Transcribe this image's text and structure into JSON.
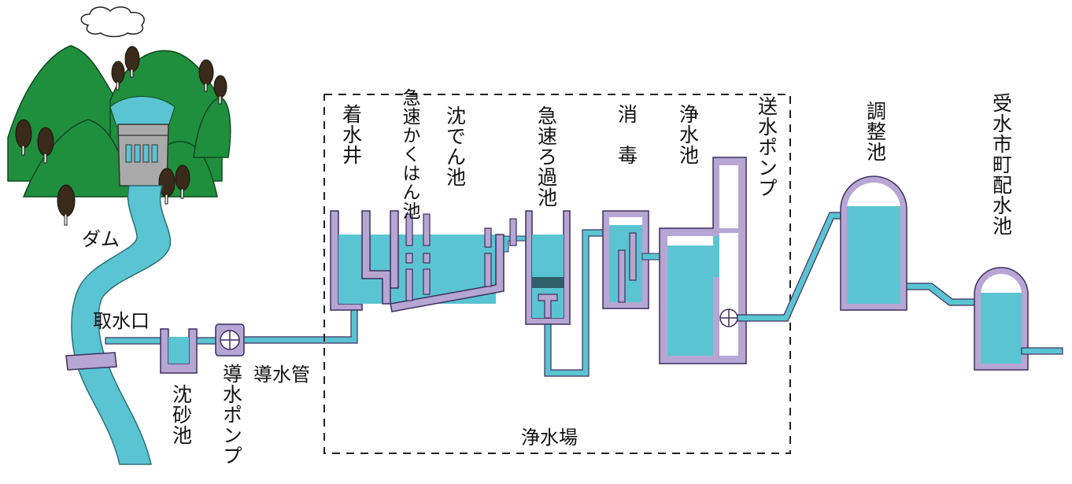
{
  "colors": {
    "water": "#5bc4d2",
    "pipe_wall": "#b7a6d3",
    "pipe_edge": "#3c2f5e",
    "forest": "#1f8f3e",
    "tree_trunk": "#3a2a1a",
    "dam": "#a9aaa9",
    "filter_media": "#2e5e6a"
  },
  "labels": {
    "dam": "ダム",
    "intake": "取水口",
    "settling_basin": "沈砂池",
    "intake_pump": "導水ポンプ",
    "conduit": "導水管",
    "receiving_well": "着水井",
    "rapid_mixing": "急速かくはん池",
    "sedimentation": "沈でん池",
    "rapid_filtration": "急速ろ過池",
    "disinfection": "消　毒",
    "clear_water": "浄水池",
    "transmission_pump": "送水ポンプ",
    "regulating": "調整池",
    "distribution": "受水市町配水池",
    "plant": "浄水場"
  }
}
